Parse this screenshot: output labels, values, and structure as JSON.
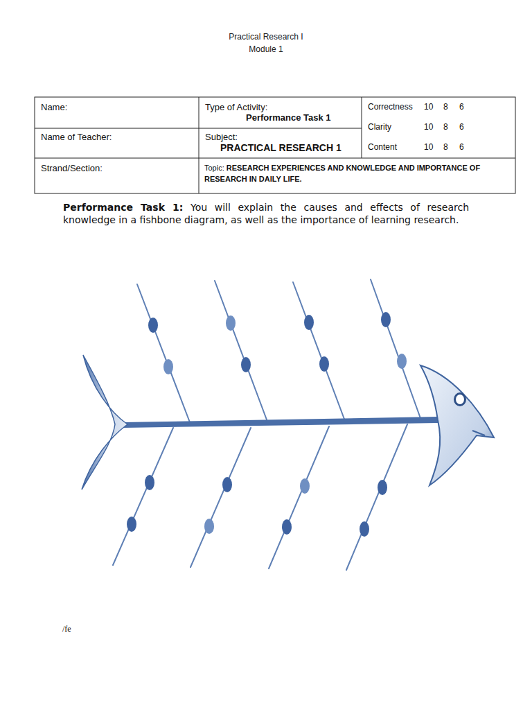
{
  "diagram": {
    "title": "Practical Research I",
    "labels": [
      "Module 1",
      "Name:",
      "Type of Activity:",
      "Performance Task 1",
      "Correctness",
      "10",
      "8",
      "6",
      "Clarity",
      "10",
      "8",
      "6",
      "Content",
      "10",
      "8",
      "6",
      "Name of Teacher:",
      "Subject:",
      "PRACTICAL RESEARCH 1",
      "Strand/Section:",
      "Topic:",
      "RESEARCH EXPERIENCES AND KNOWLEDGE AND IMPORTANCE OF RESEARCH IN DAILY LIFE.",
      "Performance Task 1:",
      "You will explain the causes and effects of research knowledge in a fishbone diagram, as well as the importance of learning research.",
      "/fe"
    ]
  }
}
